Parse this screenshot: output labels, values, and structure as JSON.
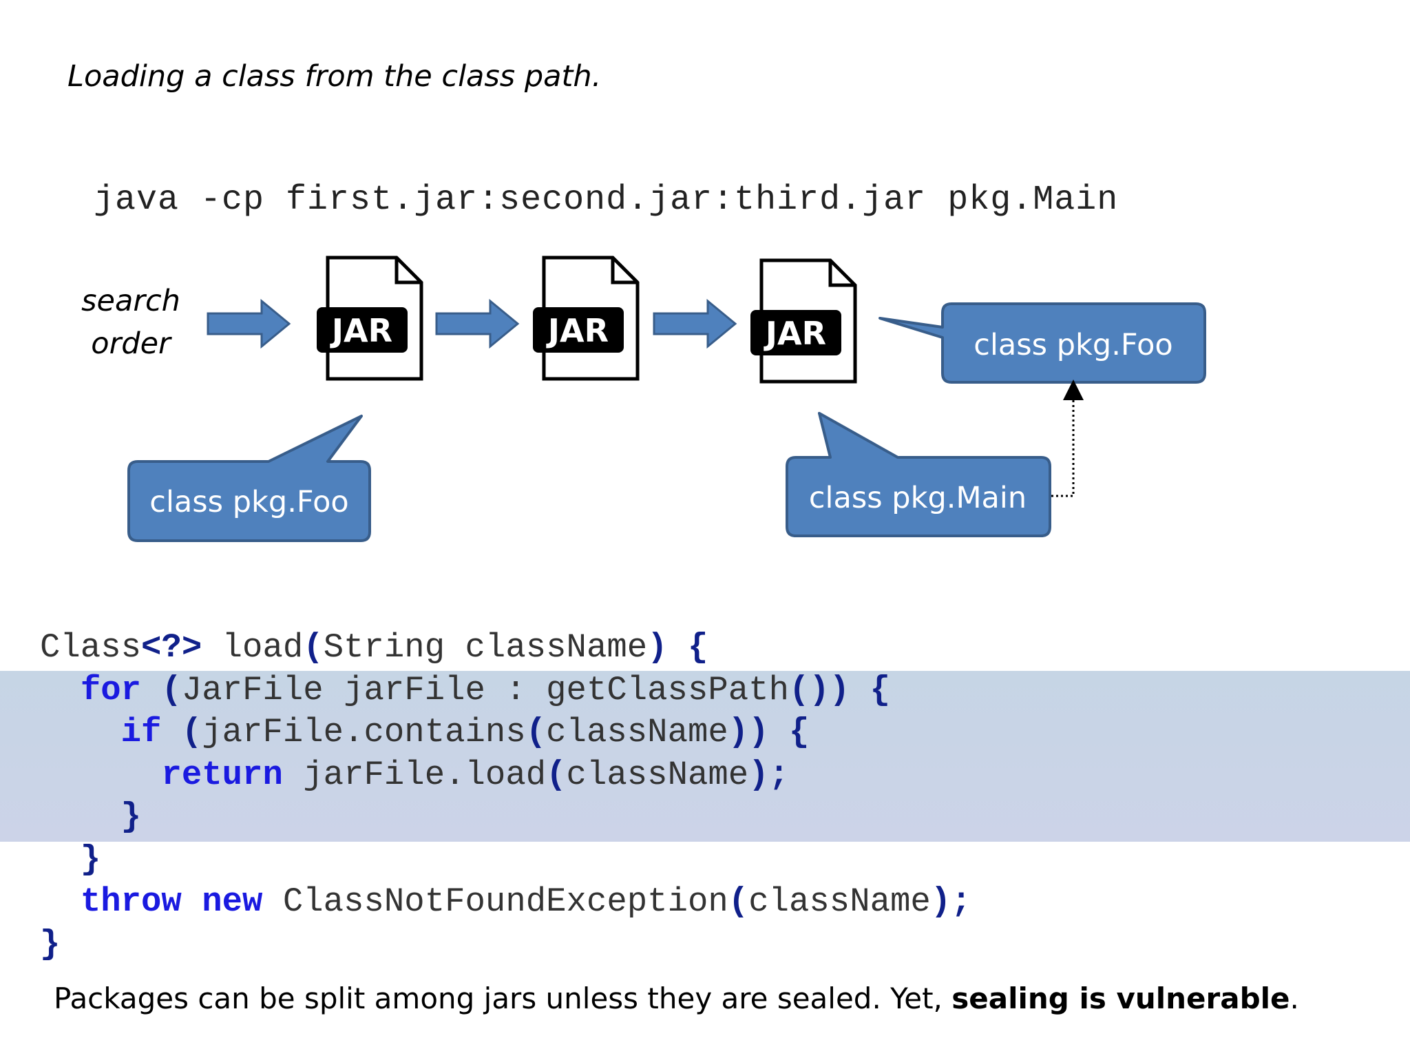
{
  "slide": {
    "title": "Loading a class from the class path.",
    "command": "java -cp first.jar:second.jar:third.jar pkg.Main",
    "search_order": [
      "search",
      "order"
    ],
    "jar_label": "JAR",
    "callouts": {
      "left": "class pkg.Foo",
      "right_top": "class pkg.Foo",
      "right_bottom": "class pkg.Main"
    },
    "footer_plain": "Packages can be split among jars unless they are sealed. Yet, ",
    "footer_bold": "sealing is vulnerable",
    "footer_end": "."
  },
  "code": {
    "line1": [
      "Class",
      "<?>",
      " load",
      "(",
      "String className",
      ")",
      " {"
    ],
    "line2": [
      "  ",
      "for",
      " ",
      "(",
      "JarFile jarFile : getClassPath",
      "())",
      " {"
    ],
    "line3": [
      "    ",
      "if",
      " ",
      "(",
      "jarFile.contains",
      "(",
      "className",
      "))",
      " {"
    ],
    "line4": [
      "      ",
      "return",
      " jarFile.load",
      "(",
      "className",
      ");"
    ],
    "line5": [
      "    ",
      "}"
    ],
    "line6": [
      "  ",
      "}"
    ],
    "line7": [
      "  ",
      "throw",
      " ",
      "new",
      " ClassNotFoundException",
      "(",
      "className",
      ");"
    ],
    "line8": [
      "}"
    ]
  },
  "colors": {
    "callout_fill": "#4f81bd",
    "callout_stroke": "#385d8a",
    "arrow_fill": "#4f81bd",
    "keyword": "#1a1ae0",
    "highlight": "#c9d4e7"
  }
}
